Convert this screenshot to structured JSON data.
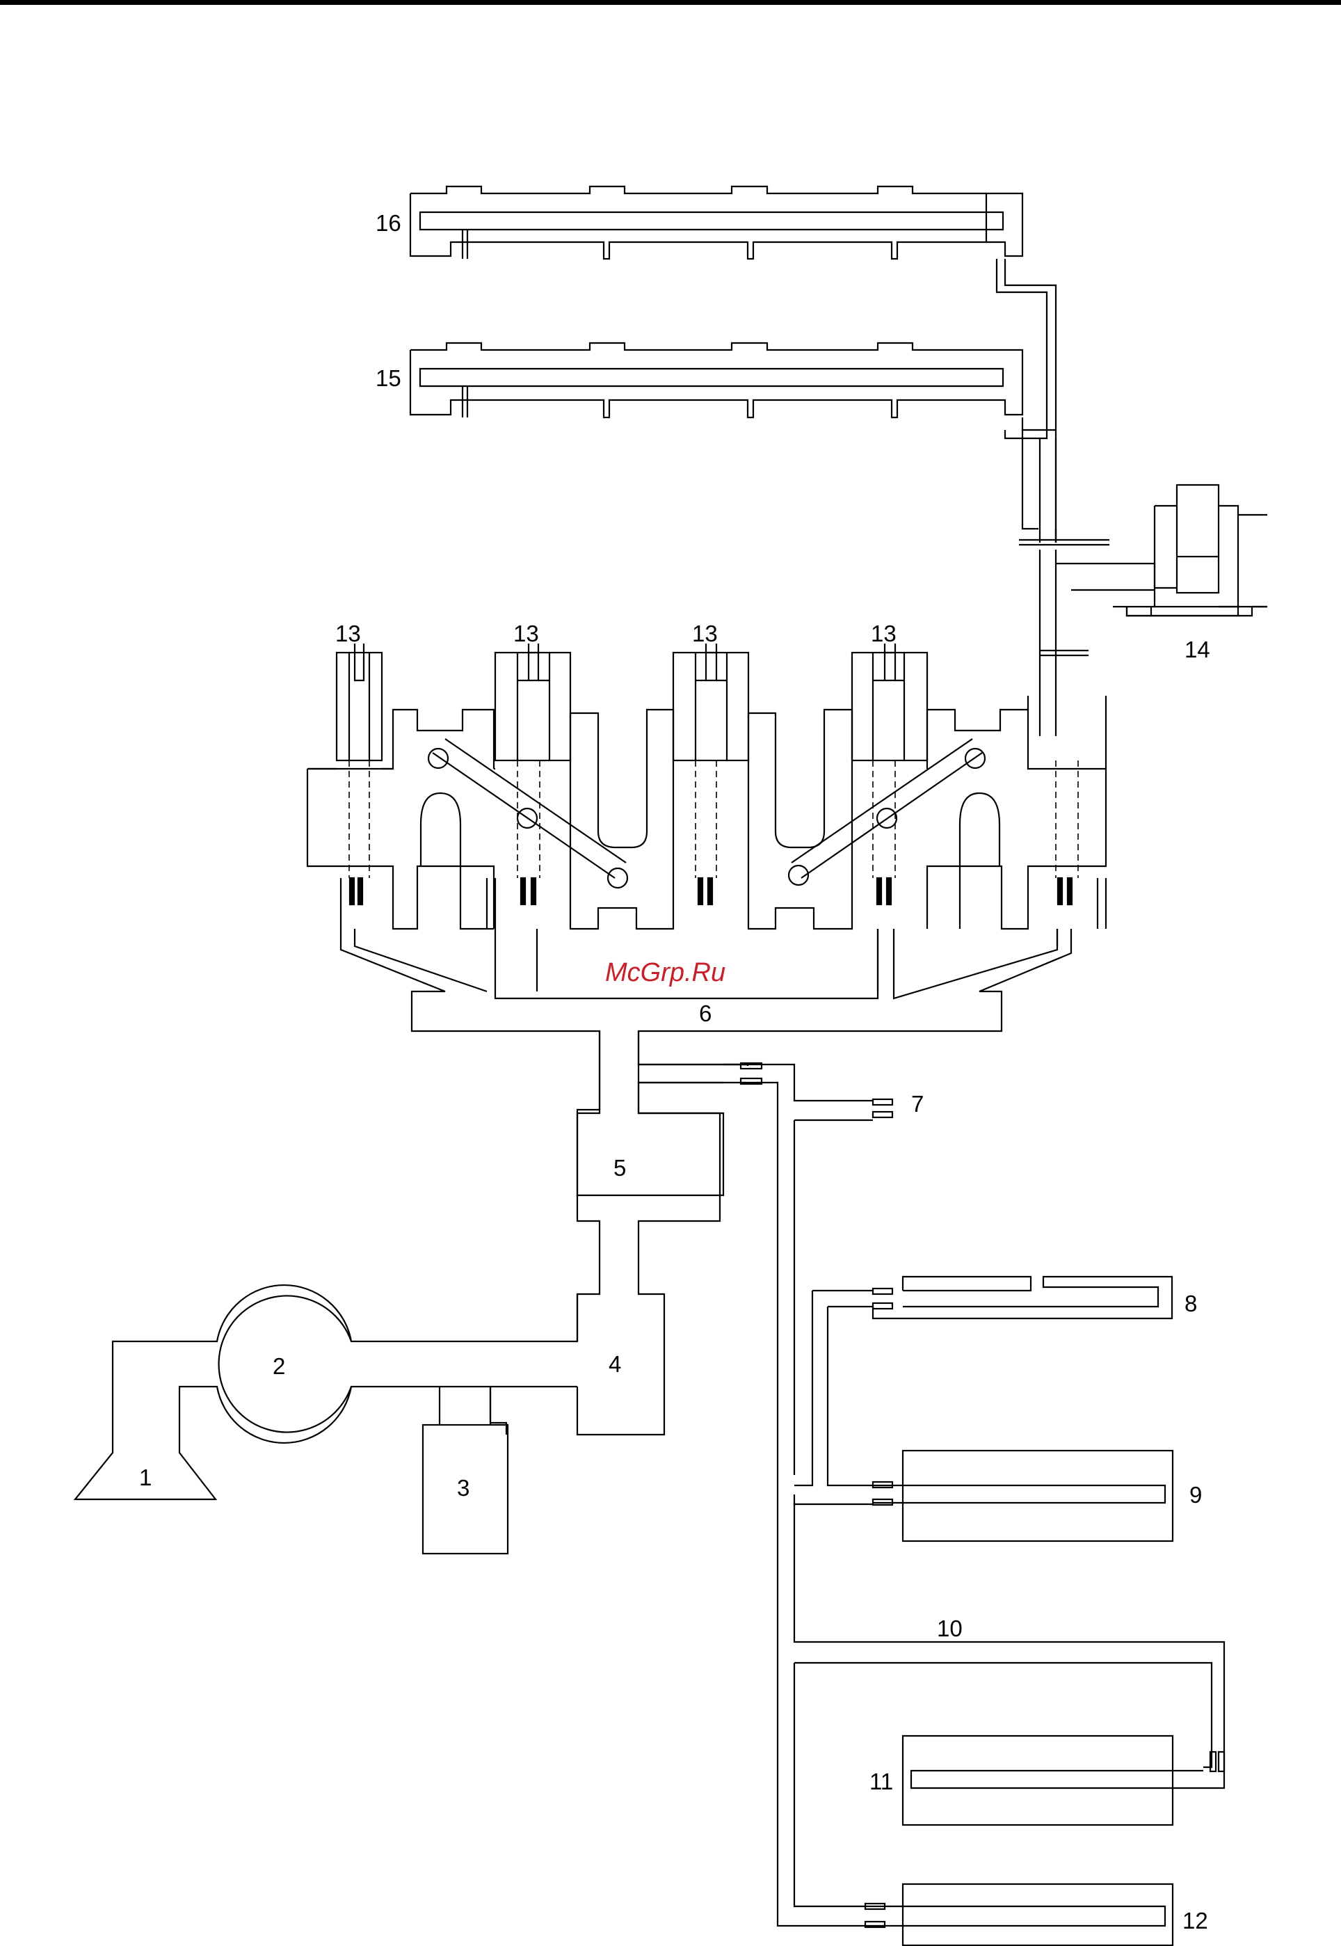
{
  "labels": {
    "l1": "1",
    "l2": "2",
    "l3": "3",
    "l4": "4",
    "l5": "5",
    "l6": "6",
    "l7": "7",
    "l8": "8",
    "l9": "9",
    "l10": "10",
    "l11": "11",
    "l12": "12",
    "l13a": "13",
    "l13b": "13",
    "l13c": "13",
    "l13d": "13",
    "l14": "14",
    "l15": "15",
    "l16": "16"
  },
  "watermark": "McGrp.Ru",
  "colors": {
    "line": "#000000",
    "watermark": "#c8202a",
    "background": "#ffffff"
  }
}
